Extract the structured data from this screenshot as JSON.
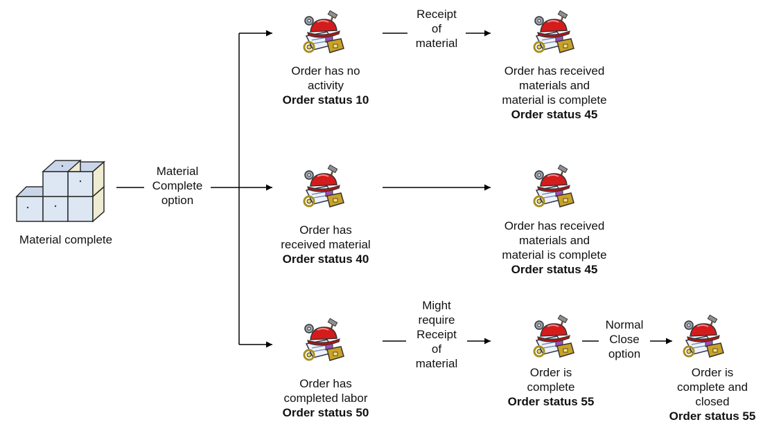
{
  "source": {
    "label": "Material complete",
    "icon": "stacked-boxes-icon"
  },
  "branch_label": [
    "Material",
    "Complete",
    "option"
  ],
  "nodes": [
    {
      "id": "n10",
      "icon": "work-order-icon",
      "lines": [
        "Order has no",
        "activity"
      ],
      "status": "Order status 10"
    },
    {
      "id": "n45a",
      "icon": "work-order-icon",
      "lines": [
        "Order has received",
        "materials and",
        "material is complete"
      ],
      "status": "Order status 45"
    },
    {
      "id": "n40",
      "icon": "work-order-icon",
      "lines": [
        "Order has",
        "received material"
      ],
      "status": "Order status 40"
    },
    {
      "id": "n45b",
      "icon": "work-order-icon",
      "lines": [
        "Order has received",
        "materials and",
        "material is complete"
      ],
      "status": "Order status 45"
    },
    {
      "id": "n50",
      "icon": "work-order-icon",
      "lines": [
        "Order has",
        "completed labor"
      ],
      "status": "Order status 50"
    },
    {
      "id": "n55a",
      "icon": "work-order-icon",
      "lines": [
        "Order is",
        "complete"
      ],
      "status": "Order status 55"
    },
    {
      "id": "n55b",
      "icon": "work-order-icon",
      "lines": [
        "Order is",
        "complete and",
        "closed"
      ],
      "status": "Order status 55"
    }
  ],
  "edge_labels": [
    {
      "id": "e1",
      "lines": [
        "Receipt",
        "of",
        "material"
      ]
    },
    {
      "id": "e3",
      "lines": [
        "Might",
        "require",
        "Receipt",
        "of",
        "material"
      ]
    },
    {
      "id": "e4",
      "lines": [
        "Normal",
        "Close",
        "option"
      ]
    }
  ],
  "colors": {
    "line": "#000000",
    "box_face": "#dde6f3",
    "box_edge": "#2a2a2a",
    "box_side": "#f0ecd2",
    "helmet": "#d41c1c",
    "tool": "#c9a227"
  }
}
